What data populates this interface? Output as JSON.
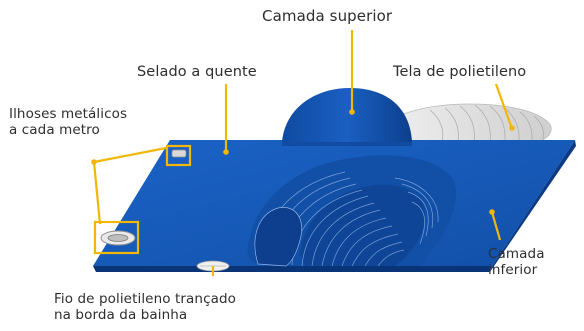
{
  "labels": {
    "top_layer": "Camada superior",
    "heat_sealed": "Selado a quente",
    "mesh": "Tela de polietileno",
    "eyelets_line1": "Ilhoses metálicos",
    "eyelets_line2": "a cada metro",
    "bottom_layer_line1": "Camada",
    "bottom_layer_line2": "inferior",
    "rope_line1": "Fio de polietileno trançado",
    "rope_line2": "na borda da bainha"
  },
  "colors": {
    "tarp_blue": "#1658b8",
    "tarp_dark": "#0d3f8e",
    "tarp_edge": "#0a3478",
    "callout_line": "#f2b705",
    "mesh_fill": "#e6e6e6",
    "mesh_stroke": "#9a9a9a",
    "text": "#2e2e2e"
  }
}
